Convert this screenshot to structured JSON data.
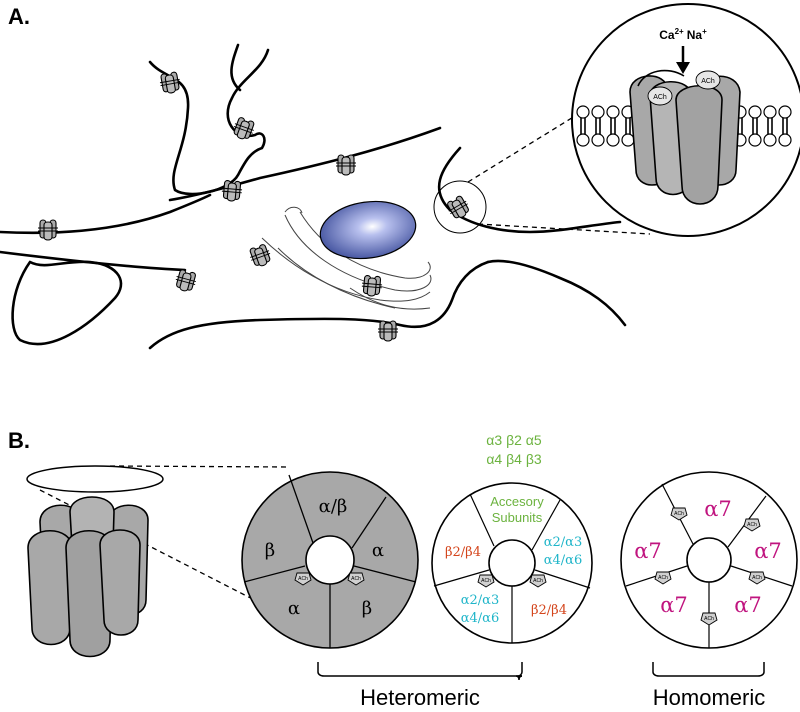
{
  "panel_a": {
    "label": "A.",
    "ions": {
      "ca": "Ca",
      "ca_sup": "2+",
      "na": "Na",
      "na_sup": "+"
    },
    "ach_label": "ACh"
  },
  "panel_b": {
    "label": "B.",
    "ach_label": "ACh",
    "generic_ring": {
      "top": "α/β",
      "left": "β",
      "right": "α",
      "bottom_left": "α",
      "bottom_right": "β"
    },
    "hetero_ring": {
      "accessory_line1": "α3 β2 α5",
      "accessory_line2": "α4 β4 β3",
      "accessory_label_1": "Accesory",
      "accessory_label_2": "Subunits",
      "left": "β2/β4",
      "right_1": "α2/α3",
      "right_2": "α4/α6",
      "bottom_left_1": "α2/α3",
      "bottom_left_2": "α4/α6",
      "bottom_right": "β2/β4"
    },
    "homo_ring": {
      "subunit": "α7"
    },
    "heteromeric_label": "Heteromeric",
    "homomeric_label": "Homomeric"
  },
  "colors": {
    "nucleus": "#4a5aa8",
    "receptor": "#b3b3b3",
    "accessory_green": "#6cb33f",
    "beta_orange": "#d4451c",
    "alpha_cyan": "#1fb5c9",
    "alpha7_magenta": "#c0147f"
  }
}
